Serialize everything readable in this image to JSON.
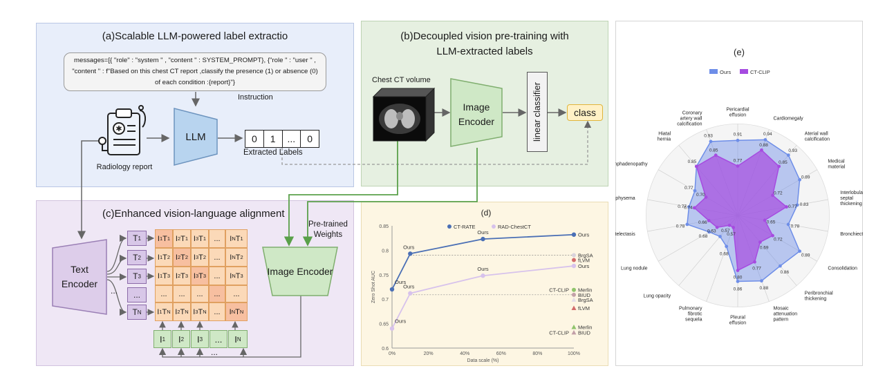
{
  "panel_a": {
    "title": "(a)Scalable LLM-powered label extractio",
    "prompt_line1": "messages=[{ \"role\" : \"system \" , \"content \" : SYSTEM_PROMPT}, {\"role \" : \"user \" ,",
    "prompt_line2": "\"content \" : f\"Based on this chest CT report ,classify the presence (1) or absence (0)",
    "prompt_line3": "of each condition :{report}\"}",
    "instruction_label": "Instruction",
    "llm_label": "LLM",
    "report_label": "Radiology report",
    "labels": [
      "0",
      "1",
      "...",
      "0"
    ],
    "extracted_label": "Extracted Labels"
  },
  "panel_b": {
    "title_line1": "(b)Decoupled vision pre-training with",
    "title_line2": "LLM-extracted labels",
    "volume_label": "Chest CT volume",
    "encoder_line1": "Image",
    "encoder_line2": "Encoder",
    "classifier_label": "linear classifier",
    "class_label": "class"
  },
  "panel_c": {
    "title": "(c)Enhanced vision-language alignment",
    "text_encoder_line1": "Text",
    "text_encoder_line2": "Encoder",
    "text_tokens": [
      "T1",
      "T2",
      "T3",
      "...",
      "TN"
    ],
    "image_tokens": [
      "I1",
      "I2",
      "I3",
      "...",
      "IN"
    ],
    "matrix": [
      [
        "I1T1",
        "I2T1",
        "I3T1",
        "...",
        "INT1"
      ],
      [
        "I1T2",
        "I2T2",
        "I3T2",
        "...",
        "INT2"
      ],
      [
        "I1T3",
        "I2T3",
        "I3T3",
        "...",
        "INT3"
      ],
      [
        "...",
        "...",
        "...",
        "...",
        "..."
      ],
      [
        "I1TN",
        "I2TN",
        "I3TN",
        "...",
        "INTN"
      ]
    ],
    "image_encoder_label": "Image Encoder",
    "pretrained_line1": "Pre-trained",
    "pretrained_line2": "Weights",
    "dots_vertical": "...",
    "dots_bottom": "..."
  },
  "chart_data": {
    "type": "line",
    "title": "(d)",
    "xlabel": "Data scale (%)",
    "ylabel": "Zero Shot AUC",
    "xlim": [
      0,
      100
    ],
    "ylim": [
      0.6,
      0.85
    ],
    "x_ticks": [
      "0%",
      "20%",
      "40%",
      "60%",
      "80%",
      "100%"
    ],
    "y_ticks": [
      "0.6",
      "0.65",
      "0.7",
      "0.75",
      "0.8",
      "0.85"
    ],
    "series": [
      {
        "name": "CT-RATE",
        "color": "#4a6fb5",
        "x": [
          0,
          10,
          50,
          100
        ],
        "y": [
          0.72,
          0.793,
          0.823,
          0.832
        ],
        "point_labels": [
          "Ours",
          "Ours",
          "Ours",
          "Ours"
        ]
      },
      {
        "name": "RAD-ChestCT",
        "color": "#d7c2ec",
        "x": [
          0,
          10,
          50,
          100
        ],
        "y": [
          0.64,
          0.712,
          0.748,
          0.768
        ],
        "point_labels": [
          "Ours",
          "Ours",
          "Ours",
          "Ours"
        ]
      }
    ],
    "baselines": [
      {
        "label": "BrgSA",
        "y": 0.79,
        "color": "#d9d3dc",
        "shape": "circle"
      },
      {
        "label": "fLVM",
        "y": 0.78,
        "color": "#d36b6b",
        "shape": "circle"
      },
      {
        "label": "Merlin",
        "y": 0.719,
        "color": "#8fc46b",
        "shape": "circle"
      },
      {
        "label": "BIUD",
        "y": 0.709,
        "color": "#c3a0a8",
        "shape": "circle"
      },
      {
        "label": "BrgSA",
        "y": 0.699,
        "color": "#e5dde8",
        "shape": "triangle"
      },
      {
        "label": "fLVM",
        "y": 0.682,
        "color": "#d36b6b",
        "shape": "triangle"
      },
      {
        "label": "Merlin",
        "y": 0.643,
        "color": "#8fc46b",
        "shape": "triangle"
      },
      {
        "label": "BIUD",
        "y": 0.632,
        "color": "#c3a0a8",
        "shape": "triangle"
      }
    ],
    "ctclip_labels": [
      "CT-CLIP",
      "CT-CLIP"
    ],
    "hlines": [
      0.79,
      0.709
    ]
  },
  "radar": {
    "title": "(e)",
    "legend": [
      {
        "name": "Ours",
        "color": "#6e8ee8"
      },
      {
        "name": "CT-CLIP",
        "color": "#a64be0"
      }
    ],
    "categories": [
      "Pericardial effusion",
      "Cardiomegaly",
      "Aterial wall calcification",
      "Medical material",
      "Interlobular septal thickening",
      "Bronchiectasis",
      "Consolidation",
      "Peribronchial thickening",
      "Mosaic attenuation pattern",
      "Pleural effusion",
      "Pulmonary fibrotic sequela",
      "Lung opacity",
      "Lung nodule",
      "Atelectasis",
      "Emphysema",
      "Lymphadenopathy",
      "Hiatal hernia",
      "Coronary artery wall calcification"
    ],
    "ours": [
      0.91,
      0.94,
      0.93,
      0.89,
      0.83,
      0.78,
      0.89,
      0.86,
      0.88,
      0.86,
      0.68,
      0.65,
      0.68,
      0.78,
      0.77,
      0.77,
      0.85,
      0.93
    ],
    "ctclip": [
      0.77,
      0.88,
      0.85,
      0.72,
      0.77,
      0.65,
      0.72,
      0.69,
      0.77,
      0.8,
      0.57,
      0.57,
      0.63,
      0.66,
      0.74,
      0.7,
      0.85,
      0.85
    ],
    "ours_labels": [
      "0.91",
      "0.94",
      "0.93",
      "0.89",
      "0.83",
      "0.78",
      "0.89",
      "0.86",
      "0.88",
      "0.86",
      "0.68",
      "",
      "0.68",
      "0.78",
      "0.77",
      "0.77",
      "0.85",
      "0.93"
    ],
    "ctclip_labels": [
      "0.77",
      "0.88",
      "0.85",
      "0.72",
      "0.77",
      "0.65",
      "0.72",
      "0.69",
      "0.77",
      "0.80",
      "0.57",
      "0.57",
      "0.63",
      "0.66",
      "0.74",
      "0.70",
      "",
      "0.85"
    ]
  }
}
